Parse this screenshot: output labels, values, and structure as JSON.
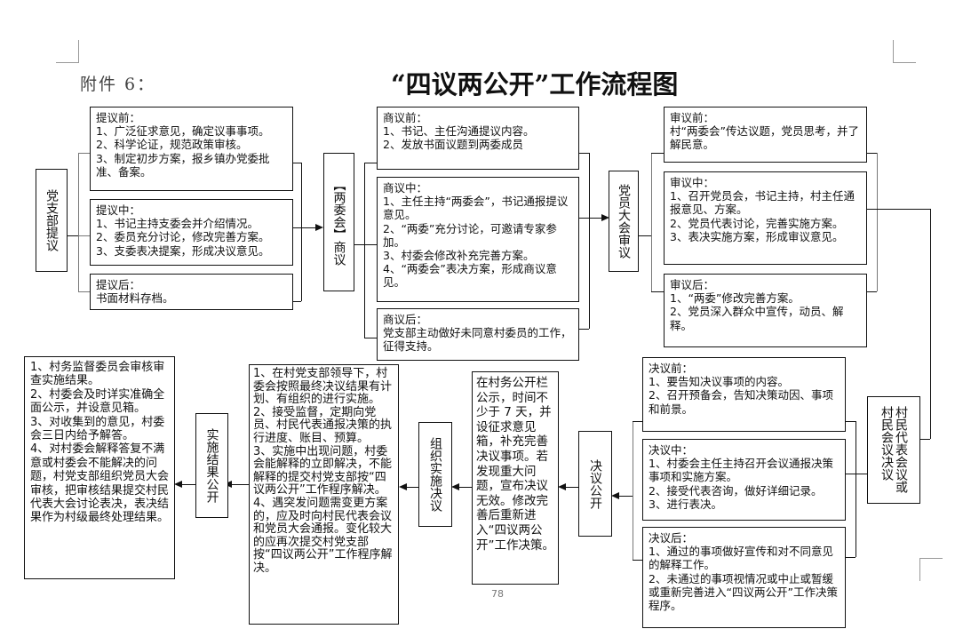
{
  "header": {
    "attachment": "附件 6：",
    "title": "“四议两公开”工作流程图"
  },
  "page_number": "78",
  "steps": {
    "proposal": "党支部提议",
    "discussion": "【两委会】商议",
    "review": "党员大会审议",
    "resolution": "村民代表会议或村民会议决议",
    "resolution_public": "决议公开",
    "implement": "组织实施决议",
    "result_public": "实施结果公开"
  },
  "boxes": {
    "proposal_before": "提议前：\n1、广泛征求意见，确定议事事项。\n2、科学论证，规范政策审核。\n3、制定初步方案，报乡镇办党委批准、备案。",
    "proposal_during": "提议中：\n1、书记主持支委会并介绍情况。\n2、委员充分讨论，修改完善方案。\n3、支委表决提案，形成决议意见。",
    "proposal_after": "提议后：\n书面材料存档。",
    "discuss_before": "商议前：\n1、书记、主任沟通提议内容。\n2、发放书面议题到两委成员",
    "discuss_during": "商议中：\n1、主任主持“两委会”，书记通报提议意见。\n2、“两委”充分讨论，可邀请专家参加。\n3、村委会修改补充完善方案。\n4、“两委会”表决方案，形成商议意见。",
    "discuss_after": "商议后：\n党支部主动做好未同意村委员的工作，征得支持。",
    "review_before": "审议前：\n村“两委会”传达议题，党员思考，并了解民意。",
    "review_during": "审议中：\n1、召开党员会，书记主持，村主任通报意见、方案。\n2、党员代表讨论，完善实施方案。\n3、表决实施方案，形成审议意见。",
    "review_after": "审议后：\n1、“两委”修改完善方案。\n2、党员深入群众中宣传，动员、解释。",
    "resolve_before": "决议前：\n1、要告知决议事项的内容。\n2、召开预备会，告知决策动因、事项和前景。",
    "resolve_during": "决议中：\n1、村委会主任主持召开会议通报决策事项和实施方案。\n2、接受代表咨询，做好详细记录。\n3、进行表决。",
    "resolve_after": "决议后：\n1、通过的事项做好宣传和对不同意见的解释工作。\n2、未通过的事项视情况或中止或暂缓或重新完善进入“四议两公开”工作决策程序。",
    "publicity": "在村务公开栏公示，时间不少于 7 天，并设征求意见箱，补充完善决议事项。若发现重大问题，宣布决议无效。修改完善后重新进入“四议两公开”工作决策。",
    "implementation": "1、在村党支部领导下，村委会按照最终决议结果有计划、有组织的进行实施。\n2、接受监督，定期向党员、村民代表通报决策的执行进度、账目、预算。\n3、实施中出现问题，村委会能解释的立即解决，不能解释的提交村党支部按“四议两公开”工作程序解决。\n4、遇突发问题需变更方案的，应及时向村民代表会议和党员大会通报。变化较大的应再次提交村党支部按“四议两公开”工作程序解决。",
    "result": "1、村务监督委员会审核审查实施结果。\n2、村委会及时详实准确全面公示，并设意见箱。\n3、对收集到的意见，村委会三日内给予解答。\n4、对村委会解释答复不满意或村委会不能解决的问题，村党支部组织党员大会审核，把审核结果提交村民代表大会讨论表决，表决结果作为村级最终处理结果。"
  }
}
